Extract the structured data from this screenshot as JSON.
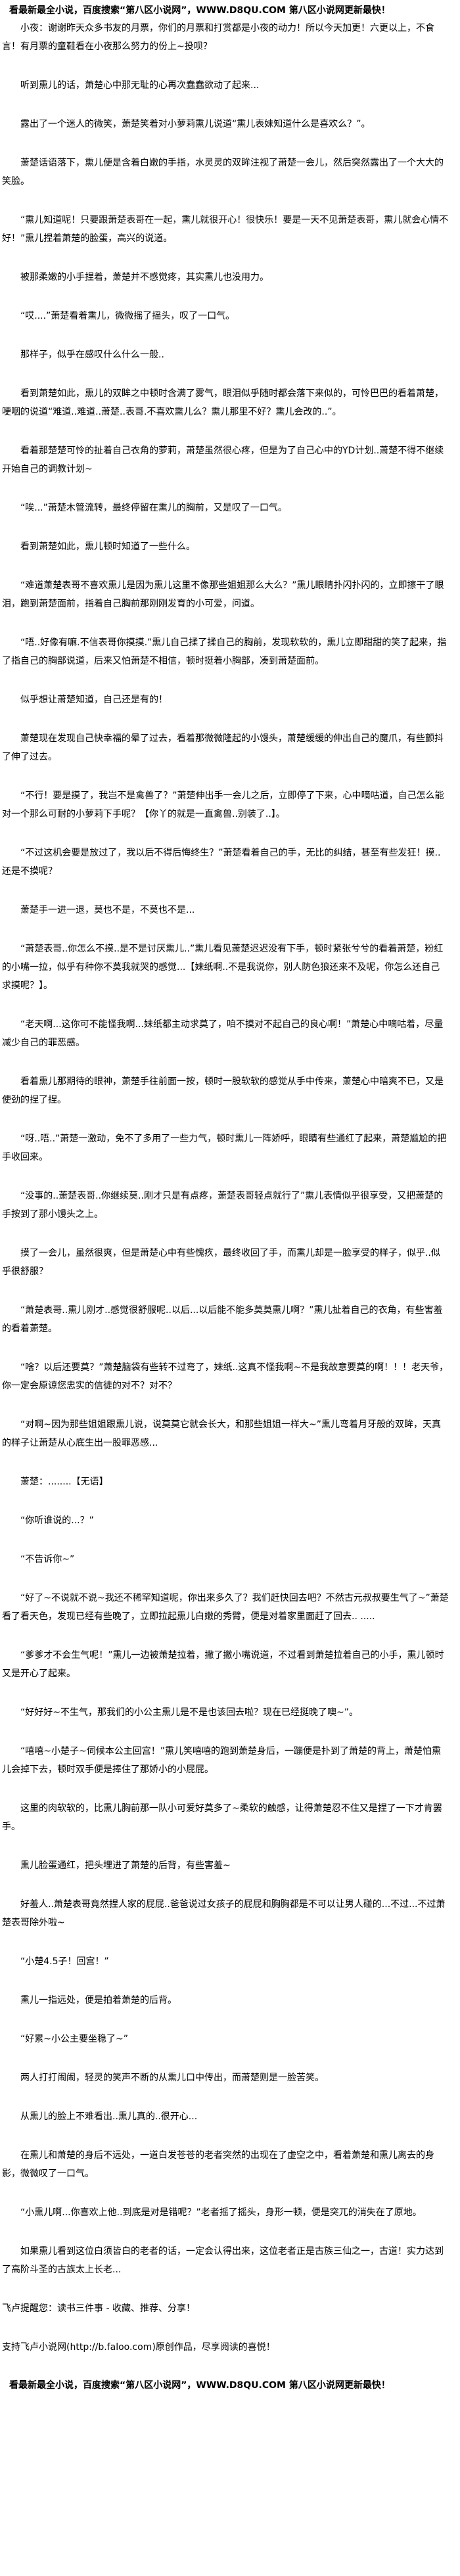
{
  "banner": "看最新最全小说，百度搜索“第八区小说网”，WWW.D8QU.COM 第八区小说网更新最快！",
  "paragraphs": [
    "小夜：谢谢昨天众多书友的月票，你们的月票和打赏都是小夜的动力！所以今天加更！六更以上，不食言！有月票的童鞋看在小夜那么努力的份上~投呗？",
    "听到熏儿的话，萧楚心中那无耻的心再次蠢蠢欲动了起来...",
    "露出了一个迷人的微笑，萧楚笑着对小萝莉熏儿说道“熏儿表妹知道什么是喜欢么？”。",
    "萧楚话语落下，熏儿便是含着白嫩的手指，水灵灵的双眸注视了萧楚一会儿，然后突然露出了一个大大的笑脸。",
    "“熏儿知道呢！只要跟萧楚表哥在一起，熏儿就很开心！很快乐！要是一天不见萧楚表哥，熏儿就会心情不好！”熏儿捏着萧楚的脸蛋，高兴的说道。",
    "被那柔嫩的小手捏着，萧楚并不感觉疼，其实熏儿也没用力。",
    "“哎....”萧楚看着熏儿，微微摇了摇头，叹了一口气。",
    "那样子，似乎在感叹什么什么一般..",
    "看到萧楚如此，熏儿的双眸之中顿时含满了雾气，眼泪似乎随时都会落下来似的，可怜巴巴的看着萧楚，哽咽的说道“难道..难道..萧楚..表哥.不喜欢熏儿么？熏儿那里不好？熏儿会改的..”。",
    "看着那楚楚可怜的扯着自己衣角的萝莉，萧楚虽然很心疼，但是为了自己心中的YD计划..萧楚不得不继续开始自己的调教计划~",
    "“唉...”萧楚木管流转，最终停留在熏儿的胸前，又是叹了一口气。",
    "看到萧楚如此，熏儿顿时知道了一些什么。",
    "“难道萧楚表哥不喜欢熏儿是因为熏儿这里不像那些姐姐那么大么？”熏儿眼睛扑闪扑闪的，立即擦干了眼泪，跑到萧楚面前，指着自己胸前那刚刚发育的小可爱，问道。",
    "“唔..好像有嘛.不信表哥你摸摸.”熏儿自己揉了揉自己的胸前，发现软软的，熏儿立即甜甜的笑了起来，指了指自己的胸部说道，后来又怕萧楚不相信，顿时挺着小胸部，凑到萧楚面前。",
    "似乎想让萧楚知道，自己还是有的！",
    "萧楚现在发现自己快幸福的晕了过去，看着那微微隆起的小馒头，萧楚缓缓的伸出自己的魔爪，有些颤抖了伸了过去。",
    "“不行！要是摸了，我岂不是禽兽了？”萧楚伸出手一会儿之后，立即停了下来，心中嘀咕道，自己怎么能对一个那么可耐的小萝莉下手呢？【你丫的就是一直禽兽..别装了..】。",
    "“不过这机会要是放过了，我以后不得后悔终生？”萧楚看着自己的手，无比的纠结，甚至有些发狂！摸..还是不摸呢？",
    "萧楚手一进一退，莫也不是，不莫也不是...",
    "“萧楚表哥..你怎么不摸..是不是讨厌熏儿..”熏儿看见萧楚迟迟没有下手，顿时紧张兮兮的看着萧楚，粉红的小嘴一拉，似乎有种你不莫我就哭的感觉...【妹纸啊..不是我说你，别人防色狼还来不及呢，你怎么还自己求摸呢？】。",
    "“老天啊...这你可不能怪我啊...妹纸都主动求莫了，咱不摸对不起自己的良心啊！”萧楚心中嘀咕着，尽量减少自己的罪恶感。",
    "看着熏儿那期待的眼神，萧楚手往前面一按，顿时一股软软的感觉从手中传来，萧楚心中暗爽不已，又是使劲的捏了捏。",
    "“呀..唔..”萧楚一激动，免不了多用了一些力气，顿时熏儿一阵娇呼，眼睛有些通红了起来，萧楚尴尬的把手收回来。",
    "“没事的..萧楚表哥..你继续莫..刚才只是有点疼，萧楚表哥轻点就行了”熏儿表情似乎很享受，又把萧楚的手按到了那小馒头之上。",
    "摸了一会儿，虽然很爽，但是萧楚心中有些愧疚，最终收回了手，而熏儿却是一脸享受的样子，似乎..似乎很舒服？",
    "“萧楚表哥..熏儿刚才..感觉很舒服呢..以后...以后能不能多莫莫熏儿啊？”熏儿扯着自己的衣角，有些害羞的看着萧楚。",
    "“啥？以后还要莫？”萧楚脑袋有些转不过弯了，妹纸..这真不怪我啊~不是我故意要莫的啊！！！老天爷，你一定会原谅您忠实的信徒的对不？对不？",
    "“对啊~因为那些姐姐跟熏儿说，说莫莫它就会长大，和那些姐姐一样大~”熏儿弯着月牙般的双眸，天真的样子让萧楚从心底生出一股罪恶感...",
    "萧楚：........【无语】",
    "“你听谁说的...？”",
    "“不告诉你~”",
    "“好了~不说就不说~我还不稀罕知道呢，你出来多久了？我们赶快回去吧？不然古元叔叔要生气了~”萧楚看了看天色，发现已经有些晚了，立即拉起熏儿白嫩的秀臂，便是对着家里面赶了回去.. .....",
    "“爹爹才不会生气呢！”熏儿一边被萧楚拉着，撇了撇小嘴说道，不过看到萧楚拉着自己的小手，熏儿顿时又是开心了起来。",
    "“好好好~不生气，那我们的小公主熏儿是不是也该回去啦？现在已经挺晚了噢~”。",
    "“嘻嘻~小楚子~伺候本公主回宫！”熏儿笑嘻嘻的跑到萧楚身后，一蹦便是扑到了萧楚的背上，萧楚怕熏儿会掉下去，顿时双手便是捧住了那娇小的小屁屁。",
    "这里的肉软软的，比熏儿胸前那一队小可爱好莫多了~柔软的触感，让得萧楚忍不住又是捏了一下才肯罢手。",
    "熏儿脸蛋通红，把头埋进了萧楚的后背，有些害羞~",
    "好羞人..萧楚表哥竟然捏人家的屁屁..爸爸说过女孩子的屁屁和胸胸都是不可以让男人碰的...不过...不过萧楚表哥除外啦~",
    "“小楚4.5子！回宫！”",
    "熏儿一指远处，便是拍着萧楚的后背。",
    "“好累~小公主要坐稳了~”",
    "两人打打闹闹，轻灵的笑声不断的从熏儿口中传出，而萧楚则是一脸苦笑。",
    "从熏儿的脸上不难看出..熏儿真的..很开心...",
    "在熏儿和萧楚的身后不远处，一道白发苍苍的老者突然的出现在了虚空之中，看着萧楚和熏儿离去的身影，微微叹了一口气。",
    "“小熏儿啊...你喜欢上他..到底是对是错呢？”老者摇了摇头，身形一顿，便是突兀的消失在了原地。",
    "如果熏儿看到这位白须皆白的老者的话，一定会认得出来，这位老者正是古族三仙之一，古道！实力达到了高阶斗圣的古族太上长老..."
  ],
  "footer": {
    "reminder": "飞卢提醒您：读书三件事 - 收藏、推荐、分享！",
    "support": "支持飞卢小说网(http://b.faloo.com)原创作品，尽享阅读的喜悦！"
  }
}
